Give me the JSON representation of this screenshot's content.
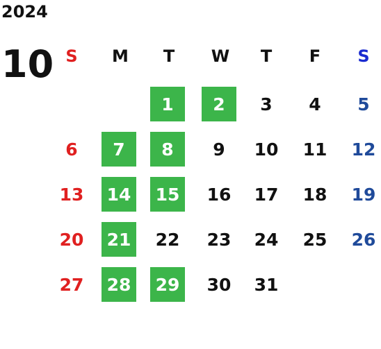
{
  "calendar": {
    "year": "2024",
    "month": "10",
    "colors": {
      "sunday": "#e02020",
      "saturday_header": "#1a2bd0",
      "saturday": "#1f4a9a",
      "weekday": "#111111",
      "highlight_bg": "#3cb54a",
      "highlight_text": "#ffffff"
    },
    "weekdays": [
      "S",
      "M",
      "T",
      "W",
      "T",
      "F",
      "S"
    ],
    "weeks": [
      [
        "",
        "",
        "1",
        "2",
        "3",
        "4",
        "5"
      ],
      [
        "6",
        "7",
        "8",
        "9",
        "10",
        "11",
        "12"
      ],
      [
        "13",
        "14",
        "15",
        "16",
        "17",
        "18",
        "19"
      ],
      [
        "20",
        "21",
        "22",
        "23",
        "24",
        "25",
        "26"
      ],
      [
        "27",
        "28",
        "29",
        "30",
        "31",
        "",
        ""
      ]
    ],
    "highlighted_days": [
      "1",
      "2",
      "7",
      "8",
      "14",
      "15",
      "21",
      "28",
      "29"
    ]
  }
}
